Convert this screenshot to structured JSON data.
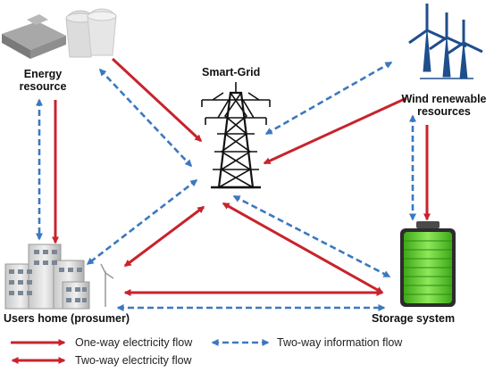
{
  "nodes": {
    "energy_resource": "Energy\nresource",
    "smart_grid": "Smart-Grid",
    "wind": "Wind renewable\nresources",
    "users_home": "Users home (prosumer)",
    "storage": "Storage system"
  },
  "legend": {
    "one_way": "One-way electricity flow",
    "two_way": "Two-way electricity flow",
    "info": "Two-way information flow"
  },
  "colors": {
    "electricity": "#c8232c",
    "information": "#3b78c0",
    "battery": "#5cc828"
  }
}
